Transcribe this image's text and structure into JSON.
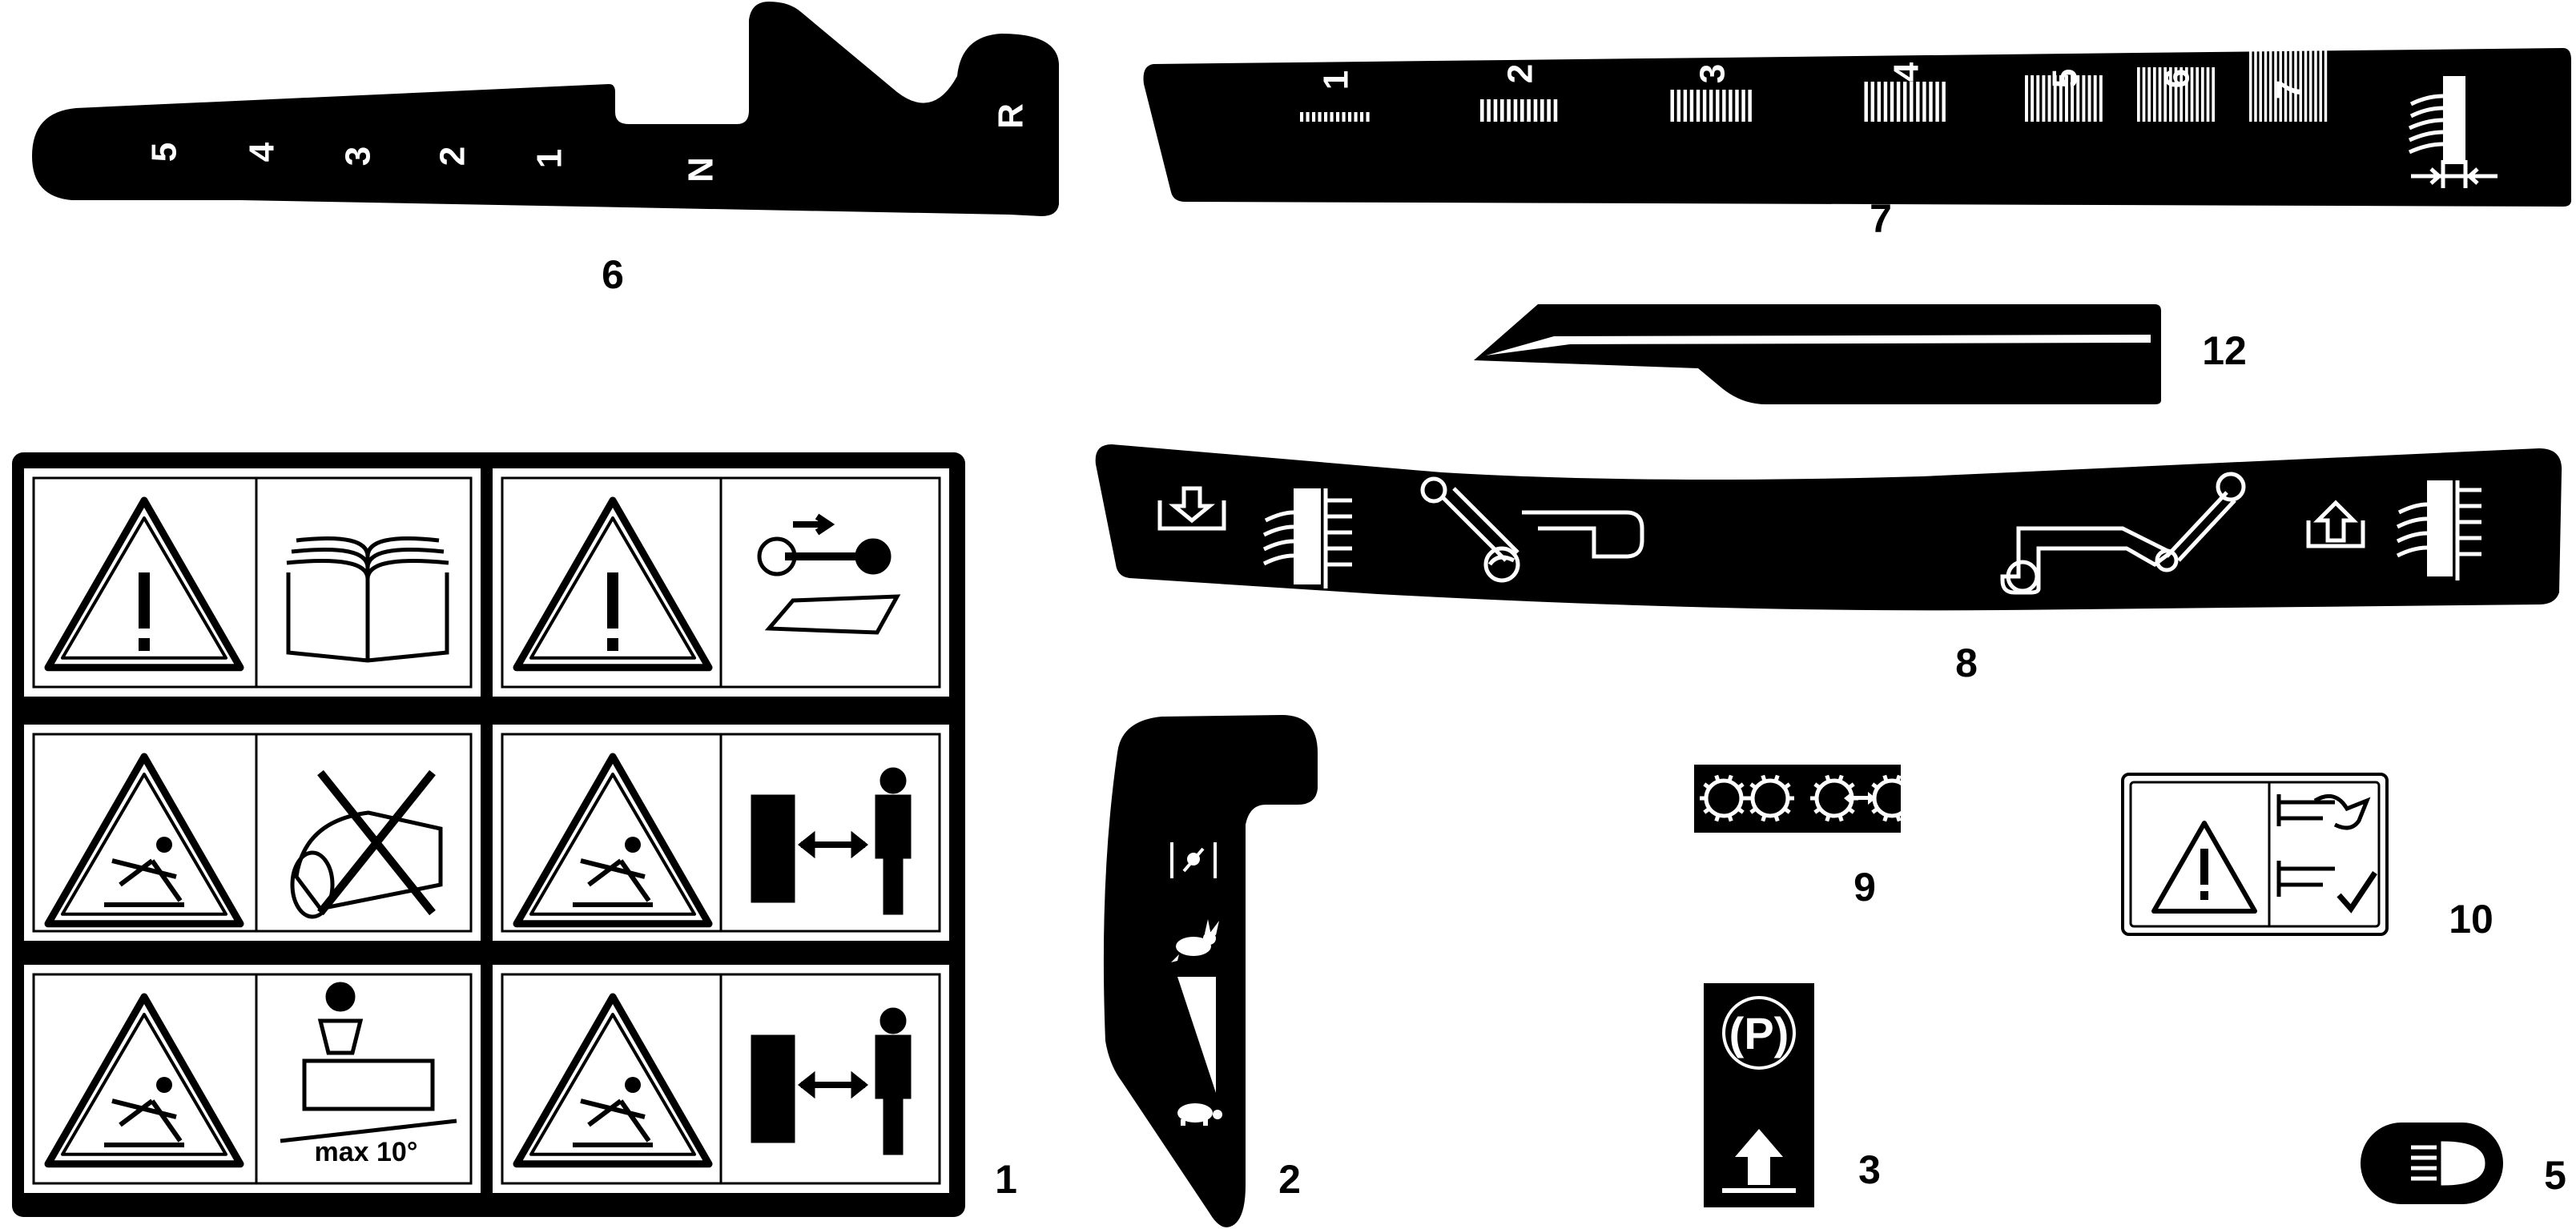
{
  "labels": {
    "l1": "1",
    "l2": "2",
    "l3": "3",
    "l5": "5",
    "l6": "6",
    "l7": "7",
    "l8": "8",
    "l9": "9",
    "l10": "10",
    "l12": "12"
  },
  "gear_decal": {
    "positions": [
      "5",
      "4",
      "3",
      "2",
      "1",
      "N",
      "R"
    ]
  },
  "height_decal": {
    "settings": [
      "1",
      "2",
      "3",
      "4",
      "5",
      "6",
      "7"
    ]
  },
  "warning_decal": {
    "slope_text": "max 10°"
  },
  "parking_decal": {
    "symbol": "(P)"
  },
  "icons": [
    "warning-triangle-icon",
    "manual-book-icon",
    "key-removal-icon",
    "thrown-object-icon",
    "bystander-distance-icon",
    "slope-rollover-icon",
    "parking-brake-icon",
    "speed-rabbit-icon",
    "speed-turtle-icon",
    "headlight-icon"
  ]
}
